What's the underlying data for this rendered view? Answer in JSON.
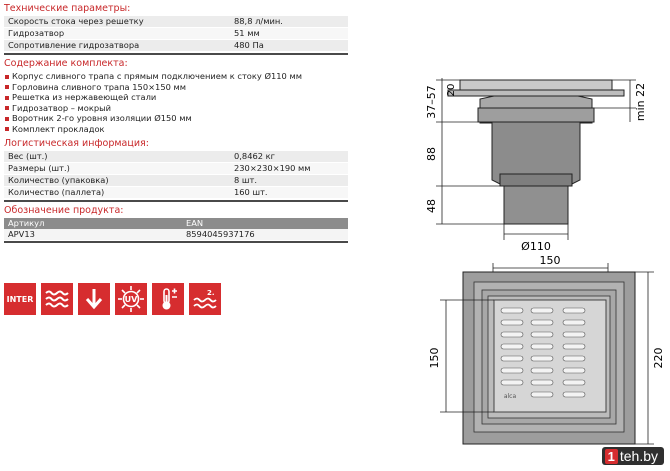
{
  "tech": {
    "title": "Технические параметры:",
    "rows": [
      {
        "label": "Скорость стока через решетку",
        "value": "88,8 л/мин."
      },
      {
        "label": "Гидрозатвор",
        "value": "51 мм"
      },
      {
        "label": "Сопротивление гидрозатвора",
        "value": "480 Па"
      }
    ]
  },
  "kit": {
    "title": "Содержание комплекта:",
    "items": [
      "Корпус сливного трапа с прямым подключением к стоку Ø110 мм",
      "Горловина сливного трапа 150×150 мм",
      "Решетка из нержавеющей стали",
      "Гидрозатвор – мокрый",
      "Воротник 2-го уровня изоляции Ø150 мм",
      "Комплект прокладок"
    ]
  },
  "logistics": {
    "title": "Логистическая информация:",
    "rows": [
      {
        "label": "Вес (шт.)",
        "value": "0,8462 кг"
      },
      {
        "label": "Размеры (шт.)",
        "value": "230×230×190 мм"
      },
      {
        "label": "Количество (упаковка)",
        "value": "8 шт."
      },
      {
        "label": "Количество (паллета)",
        "value": "160 шт."
      }
    ]
  },
  "designation": {
    "title": "Обозначение продукта:",
    "headers": [
      "Артикул",
      "EAN"
    ],
    "values": [
      "APV13",
      "8594045937176"
    ]
  },
  "icons": {
    "inter_text": "INTER",
    "uv_text": "UV",
    "level_text": "2.",
    "names": [
      "inter-icon",
      "water-waves-icon",
      "down-arrow-icon",
      "uv-icon",
      "temperature-icon",
      "insulation-level-icon"
    ],
    "color": "#d62d2f"
  },
  "drawing": {
    "dim_37_57": "37–57",
    "dim_20": "20",
    "dim_min22": "min 22",
    "dim_88": "88",
    "dim_48": "48",
    "dim_d110": "Ø110",
    "dim_150_h": "150",
    "dim_150_v": "150",
    "dim_220": "220",
    "grate_mark": "alca"
  },
  "watermark": {
    "num": "1",
    "text": "teh.by"
  }
}
